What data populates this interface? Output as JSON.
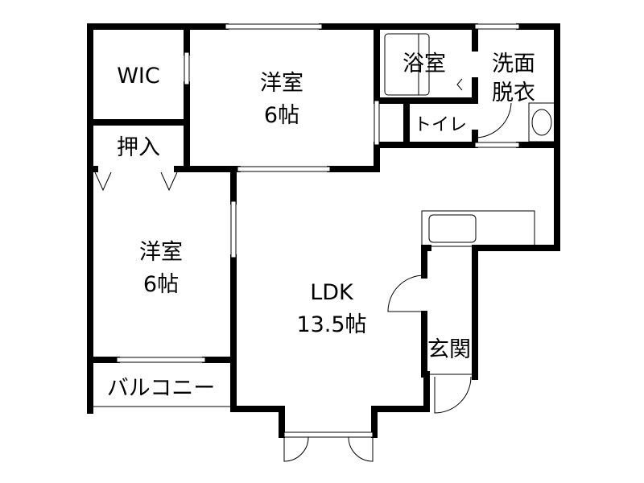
{
  "floor_plan": {
    "rooms": [
      {
        "id": "wic",
        "label": "WIC"
      },
      {
        "id": "western-room-1",
        "label": "洋室",
        "size": "6帖"
      },
      {
        "id": "bath",
        "label": "浴室"
      },
      {
        "id": "washroom",
        "label": "洗面",
        "label2": "脱衣"
      },
      {
        "id": "toilet",
        "label": "トイレ"
      },
      {
        "id": "closet",
        "label": "押入"
      },
      {
        "id": "western-room-2",
        "label": "洋室",
        "size": "6帖"
      },
      {
        "id": "ldk",
        "label": "LDK",
        "size": "13.5帖"
      },
      {
        "id": "entrance",
        "label": "玄関"
      },
      {
        "id": "balcony",
        "label": "バルコニー"
      }
    ],
    "colors": {
      "wall": "#000000",
      "background": "#ffffff"
    }
  }
}
